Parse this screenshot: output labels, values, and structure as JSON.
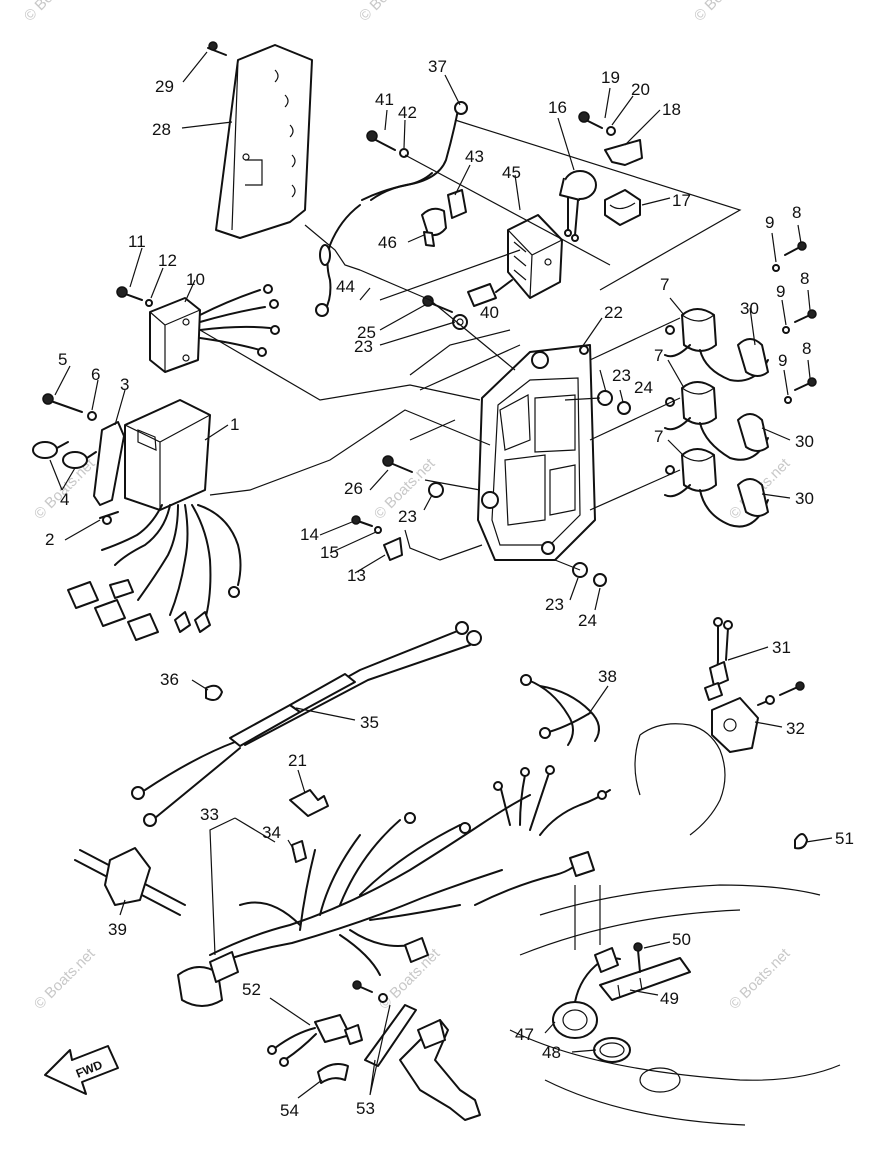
{
  "callouts": {
    "c1": "1",
    "c2": "2",
    "c3": "3",
    "c4": "4",
    "c5": "5",
    "c6": "6",
    "c7": "7",
    "c8": "8",
    "c9": "9",
    "c10": "10",
    "c11": "11",
    "c12": "12",
    "c13": "13",
    "c14": "14",
    "c15": "15",
    "c16": "16",
    "c17": "17",
    "c18": "18",
    "c19": "19",
    "c20": "20",
    "c21": "21",
    "c22": "22",
    "c23": "23",
    "c24": "24",
    "c25": "25",
    "c26": "26",
    "c28": "28",
    "c29": "29",
    "c30": "30",
    "c31": "31",
    "c32": "32",
    "c33": "33",
    "c34": "34",
    "c35": "35",
    "c36": "36",
    "c37": "37",
    "c38": "38",
    "c39": "39",
    "c40": "40",
    "c41": "41",
    "c42": "42",
    "c43": "43",
    "c44": "44",
    "c45": "45",
    "c46": "46",
    "c47": "47",
    "c48": "48",
    "c49": "49",
    "c50": "50",
    "c51": "51",
    "c52": "52",
    "c53": "53",
    "c54": "54"
  },
  "fwd_label": "FWD",
  "watermark": "© Boats.net"
}
